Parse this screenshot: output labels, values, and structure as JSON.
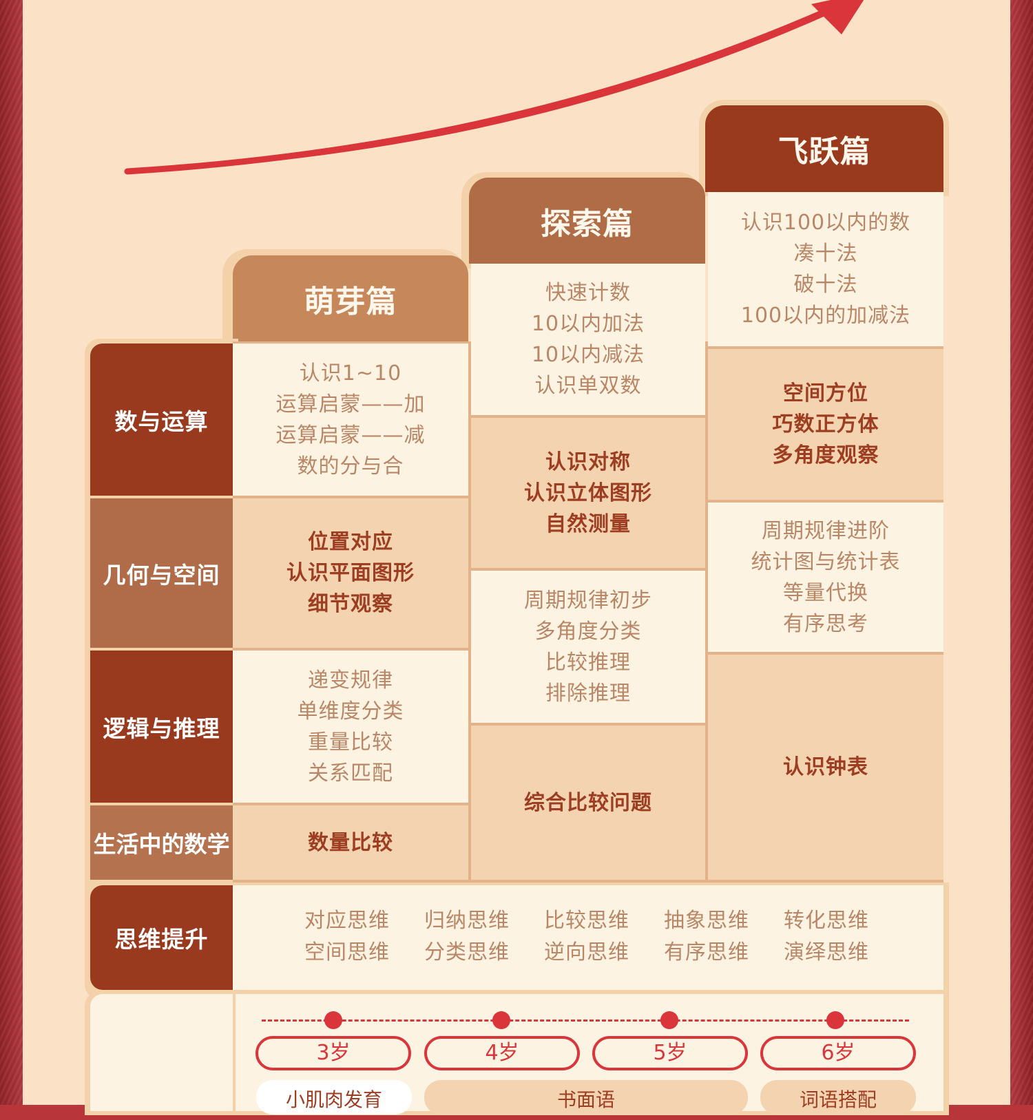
{
  "levels": [
    {
      "title": "萌芽篇"
    },
    {
      "title": "探索篇"
    },
    {
      "title": "飞跃篇"
    }
  ],
  "categories": [
    "数与运算",
    "几何与空间",
    "逻辑与推理",
    "生活中的数学",
    "思维提升"
  ],
  "cells": {
    "level1": {
      "numbers": [
        "认识1~10",
        "运算启蒙——加",
        "运算启蒙——减",
        "数的分与合"
      ],
      "geometry": [
        "位置对应",
        "认识平面图形",
        "细节观察"
      ],
      "logic": [
        "递变规律",
        "单维度分类",
        "重量比较",
        "关系匹配"
      ],
      "life": [
        "数量比较"
      ]
    },
    "level2": {
      "numbers": [
        "快速计数",
        "10以内加法",
        "10以内减法",
        "认识单双数"
      ],
      "geometry": [
        "认识对称",
        "认识立体图形",
        "自然测量"
      ],
      "logic": [
        "周期规律初步",
        "多角度分类",
        "比较推理",
        "排除推理"
      ],
      "life": [
        "综合比较问题"
      ]
    },
    "level3": {
      "numbers": [
        "认识100以内的数",
        "凑十法",
        "破十法",
        "100以内的加减法"
      ],
      "geometry": [
        "空间方位",
        "巧数正方体",
        "多角度观察"
      ],
      "logic": [
        "周期规律进阶",
        "统计图与统计表",
        "等量代换",
        "有序思考"
      ],
      "life": [
        "认识钟表"
      ]
    }
  },
  "thinking": [
    [
      "对应思维",
      "空间思维"
    ],
    [
      "归纳思维",
      "分类思维"
    ],
    [
      "比较思维",
      "逆向思维"
    ],
    [
      "抽象思维",
      "有序思维"
    ],
    [
      "转化思维",
      "演绎思维"
    ]
  ],
  "ages": [
    "3岁",
    "4岁",
    "5岁",
    "6岁"
  ],
  "milestones": [
    "小肌肉发育",
    "书面语",
    "词语搭配"
  ],
  "colors": {
    "accent_red": "#d9353b",
    "dark_brown": "#993a1e",
    "light_cell": "#fdf3e2",
    "tan_cell": "#f4d3b0"
  },
  "icons": [
    "growth-arrow-icon"
  ]
}
